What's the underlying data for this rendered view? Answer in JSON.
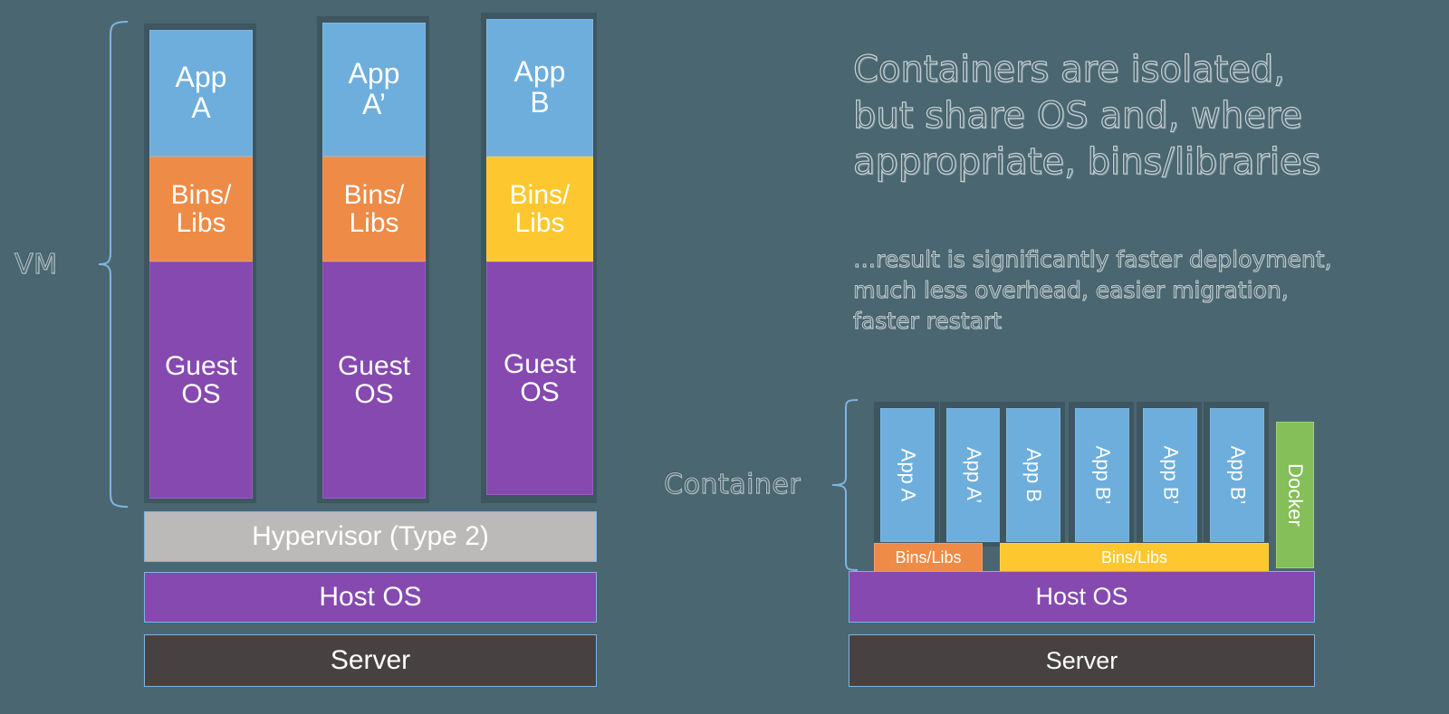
{
  "theme": {
    "background": "#4a6670",
    "app_blue": "#6daedd",
    "bins_orange": "#ee8b46",
    "bins_yellow": "#fdc82f",
    "guest_purple": "#8549b0",
    "hypervisor_gray": "#bcb9b9",
    "server_dark": "#474241",
    "docker_green": "#84bf5a",
    "frame_dark": "#3e5660",
    "brace_blue": "#7fb4e0",
    "label_text": "#4a6670"
  },
  "vm_side": {
    "bracket_label": "VM",
    "stacks": [
      {
        "app": "App\nA",
        "bins": "Bins/\nLibs",
        "bins_color": "#ee8b46",
        "guest": "Guest\nOS"
      },
      {
        "app": "App\nA’",
        "bins": "Bins/\nLibs",
        "bins_color": "#ee8b46",
        "guest": "Guest\nOS"
      },
      {
        "app": "App\nB",
        "bins": "Bins/\nLibs",
        "bins_color": "#fdc82f",
        "guest": "Guest\nOS"
      }
    ],
    "base_layers": [
      {
        "label": "Hypervisor (Type 2)",
        "color": "#bcb9b9"
      },
      {
        "label": "Host OS",
        "color": "#8549b0"
      },
      {
        "label": "Server",
        "color": "#474241"
      }
    ]
  },
  "container_side": {
    "headline": "Containers are isolated,\nbut share OS and, where\nappropriate, bins/libraries",
    "subtext": "…result is significantly faster deployment,\nmuch less overhead, easier migration,\nfaster restart",
    "bracket_label": "Container",
    "apps": [
      {
        "label": "App A"
      },
      {
        "label": "App A’"
      },
      {
        "label": "App B"
      },
      {
        "label": "App B’"
      },
      {
        "label": "App B’"
      },
      {
        "label": "App B’"
      }
    ],
    "docker": {
      "label": "Docker"
    },
    "bins": [
      {
        "label": "Bins/Libs",
        "color": "#ee8b46",
        "spans": 2
      },
      {
        "label": "Bins/Libs",
        "color": "#fdc82f",
        "spans": 4
      }
    ],
    "base_layers": [
      {
        "label": "Host OS",
        "color": "#8549b0"
      },
      {
        "label": "Server",
        "color": "#474241"
      }
    ]
  }
}
